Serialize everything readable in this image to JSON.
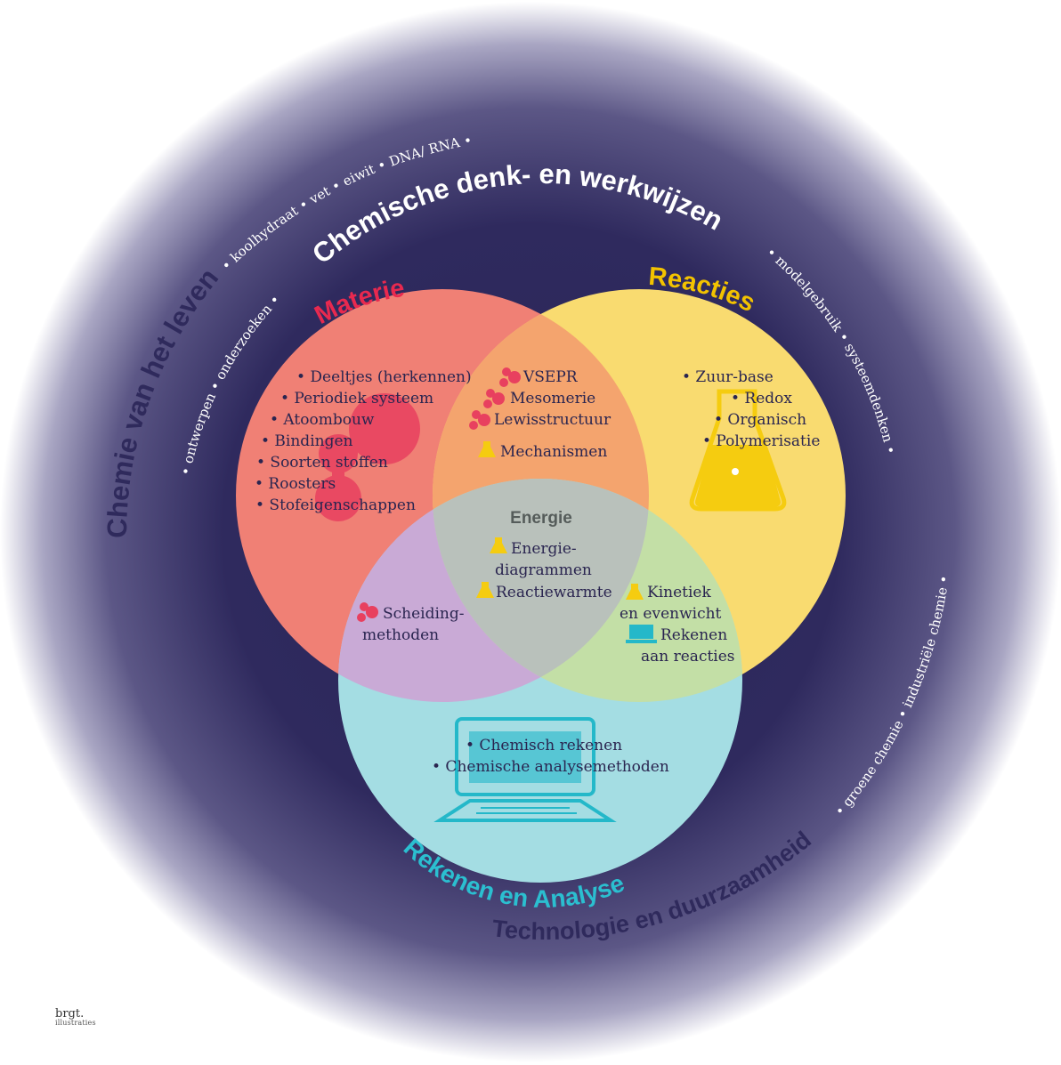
{
  "outer_ring": {
    "arcs": {
      "chemie_leven": "Chemie van het leven",
      "chemische_denk": "Chemische denk- en werkwijzen",
      "technologie": "Technologie en duurzaamheid"
    },
    "leven_items": "• koolhydraat • vet • eiwit • DNA/ RNA •",
    "denk_left": "• ontwerpen • onderzoeken •",
    "denk_right": "• modelgebruik • systeemdenken •",
    "tech_items": "• groene chemie • industriële chemie •"
  },
  "circles": {
    "materie": {
      "title": "Materie",
      "color": "#f08075"
    },
    "reacties": {
      "title": "Reacties",
      "color": "#f9db70"
    },
    "rekenen": {
      "title": "Rekenen en Analyse",
      "color": "#a4dde3"
    }
  },
  "materie_items": [
    "• Deeltjes (herkennen)",
    "• Periodiek systeem",
    "• Atoombouw",
    "• Bindingen",
    "• Soorten stoffen",
    "• Roosters",
    "• Stofeigenschappen"
  ],
  "materie_reacties_items": [
    "VSEPR",
    "Mesomerie",
    "Lewisstructuur",
    "Mechanismen"
  ],
  "reacties_items": [
    "• Zuur-base",
    "• Redox",
    "• Organisch",
    "• Polymerisatie"
  ],
  "center": {
    "title": "Energie",
    "items": [
      "Energie-",
      "diagrammen",
      "Reactiewarmte"
    ]
  },
  "materie_rekenen_items": [
    "Scheiding-",
    "methoden"
  ],
  "reacties_rekenen_items": [
    "Kinetiek",
    "en evenwicht",
    "Rekenen",
    "aan reacties"
  ],
  "rekenen_items": [
    "• Chemisch rekenen",
    "• Chemische analysemethoden"
  ],
  "credit": {
    "line1": "brgt.",
    "line2": "illustraties"
  },
  "colors": {
    "ring_dark": "#2f2a5c",
    "materie_title": "#e8294f",
    "reacties_title": "#f3c200",
    "rekenen_title": "#2bbfd0",
    "molecule": "#e8405f",
    "flask": "#f5cc10",
    "laptop": "#24b8c9"
  },
  "icons": [
    "molecule-icon",
    "flask-icon",
    "laptop-icon"
  ]
}
